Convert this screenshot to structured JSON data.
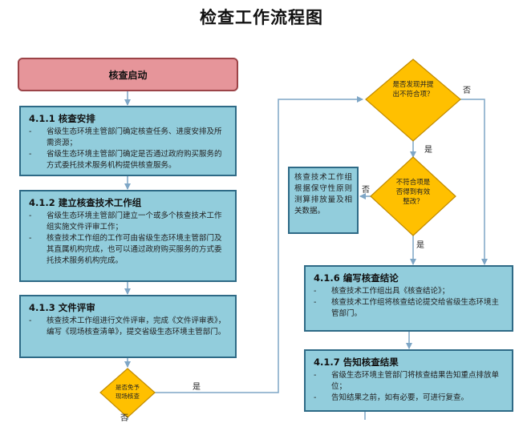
{
  "title": "检查工作流程图",
  "start": "核查启动",
  "boxes": {
    "b411": {
      "title": "4.1.1 核查安排",
      "items": [
        "省级生态环境主管部门确定核查任务、进度安排及所需资源；",
        "省级生态环境主管部门确定是否通过政府购买服务的方式委托技术服务机构提供核查服务。"
      ]
    },
    "b412": {
      "title": "4.1.2 建立核查技术工作组",
      "items": [
        "省级生态环境主管部门建立一个或多个核查技术工作组实施文件评审工作；",
        "核查技术工作组的工作可由省级生态环境主管部门及其直属机构完成，也可以通过政府购买服务的方式委托技术服务机构完成。"
      ]
    },
    "b413": {
      "title": "4.1.3 文件评审",
      "items": [
        "核查技术工作组进行文件评审，完成《文件评审表》，编写《现场核查清单》，提交省级生态环境主管部门。"
      ]
    },
    "b416": {
      "title": "4.1.6 编写核查结论",
      "items": [
        "核查技术工作组出具《核查结论》；",
        "核查技术工作组将核查结论提交给省级生态环境主管部门。"
      ]
    },
    "b417": {
      "title": "4.1.7 告知核查结果",
      "items": [
        "省级生态环境主管部门将核查结果告知重点排放单位；",
        "告知结果之前，如有必要，可进行复查。"
      ]
    }
  },
  "dash": "-",
  "side_box": "核查技术工作组根据保守性原则测算排放量及相关数据。",
  "decisions": {
    "d1": [
      "是否发现并提",
      "出不符合项？"
    ],
    "d2": [
      "不符合项是",
      "否得到有效",
      "整改？"
    ],
    "d3": [
      "是否免予",
      "现场核查"
    ]
  },
  "labels": {
    "d1_no": "否",
    "d1_yes": "是",
    "d2_no": "否",
    "d2_yes": "是",
    "d3_yes": "是",
    "d3_no": "否"
  },
  "colors": {
    "box_fill": "#92cddc",
    "box_border": "#2e6a86",
    "start_fill": "#e6959a",
    "diamond_fill": "#ffc000",
    "line": "#7ea6c6"
  }
}
